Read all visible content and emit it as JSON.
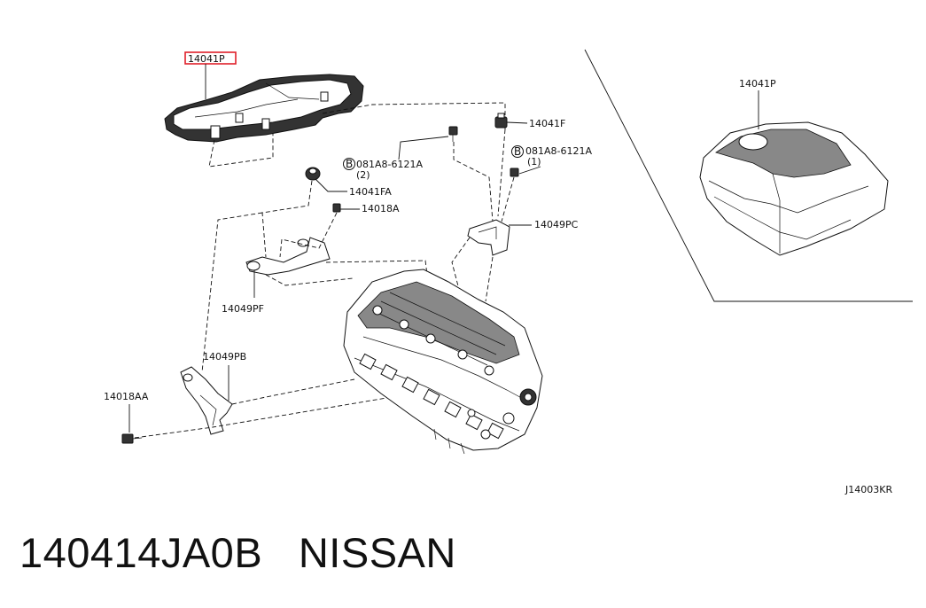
{
  "diagram": {
    "labels": {
      "cover_main": "14041P",
      "cover_side": "14041P",
      "grommet_f": "14041F",
      "grommet_fa": "14041FA",
      "bolt_a": "14018A",
      "bolt_aa": "14018AA",
      "bracket_pc": "14049PC",
      "bracket_pf": "14049PF",
      "bracket_pb": "14049PB",
      "bolt_ref_2_code": "081A8-6121A",
      "bolt_ref_2_qty": "(2)",
      "bolt_ref_1_code": "081A8-6121A",
      "bolt_ref_1_qty": "(1)",
      "bolt_ref_marker": "B",
      "diagram_code": "J14003KR"
    },
    "highlight_color": "#e0202a"
  },
  "footer": {
    "part_number": "140414JA0B",
    "brand": "NISSAN"
  }
}
